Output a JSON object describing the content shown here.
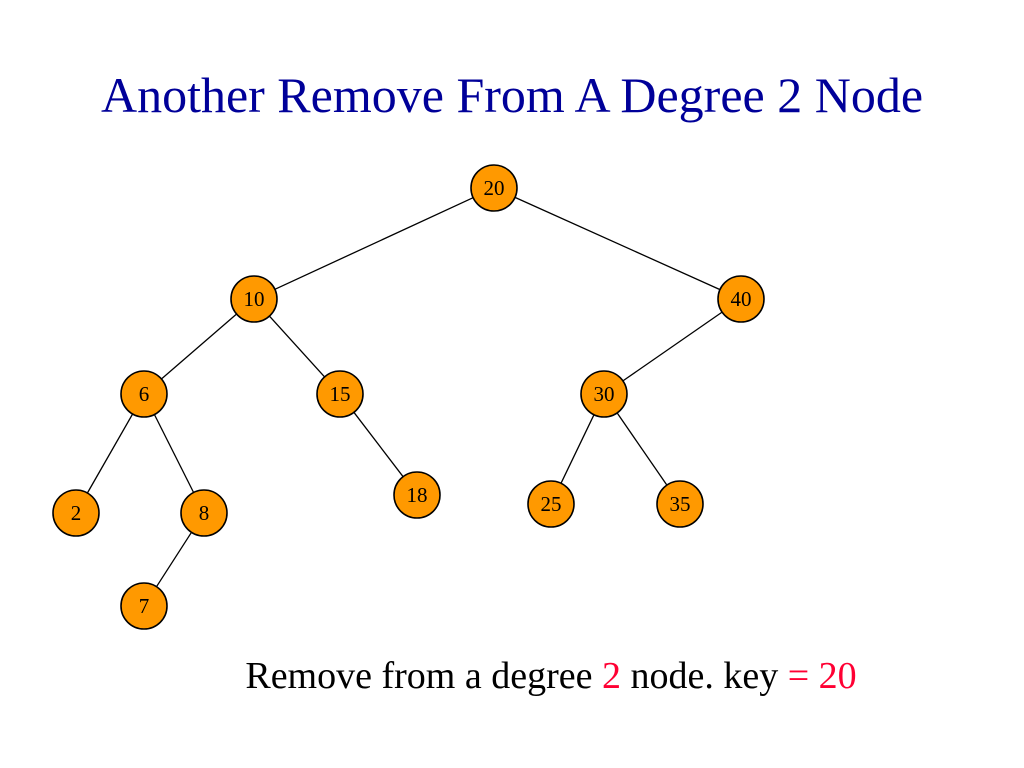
{
  "title": "Another Remove From A Degree 2 Node",
  "colors": {
    "title": "#000099",
    "node_fill": "#ff9900",
    "node_stroke": "#000000",
    "edge": "#000000",
    "highlight": "#ff0033"
  },
  "tree": {
    "nodes": [
      {
        "id": "n20",
        "label": "20"
      },
      {
        "id": "n10",
        "label": "10"
      },
      {
        "id": "n40",
        "label": "40"
      },
      {
        "id": "n6",
        "label": "6"
      },
      {
        "id": "n15",
        "label": "15"
      },
      {
        "id": "n30",
        "label": "30"
      },
      {
        "id": "n2",
        "label": "2"
      },
      {
        "id": "n8",
        "label": "8"
      },
      {
        "id": "n18",
        "label": "18"
      },
      {
        "id": "n25",
        "label": "25"
      },
      {
        "id": "n35",
        "label": "35"
      },
      {
        "id": "n7",
        "label": "7"
      }
    ],
    "edges": [
      [
        "n20",
        "n10"
      ],
      [
        "n20",
        "n40"
      ],
      [
        "n10",
        "n6"
      ],
      [
        "n10",
        "n15"
      ],
      [
        "n40",
        "n30"
      ],
      [
        "n6",
        "n2"
      ],
      [
        "n6",
        "n8"
      ],
      [
        "n15",
        "n18"
      ],
      [
        "n30",
        "n25"
      ],
      [
        "n30",
        "n35"
      ],
      [
        "n8",
        "n7"
      ]
    ]
  },
  "caption": {
    "part1": "Remove from a degree ",
    "degree": "2",
    "part2": " node. key ",
    "equals": "=",
    "key": "20"
  }
}
